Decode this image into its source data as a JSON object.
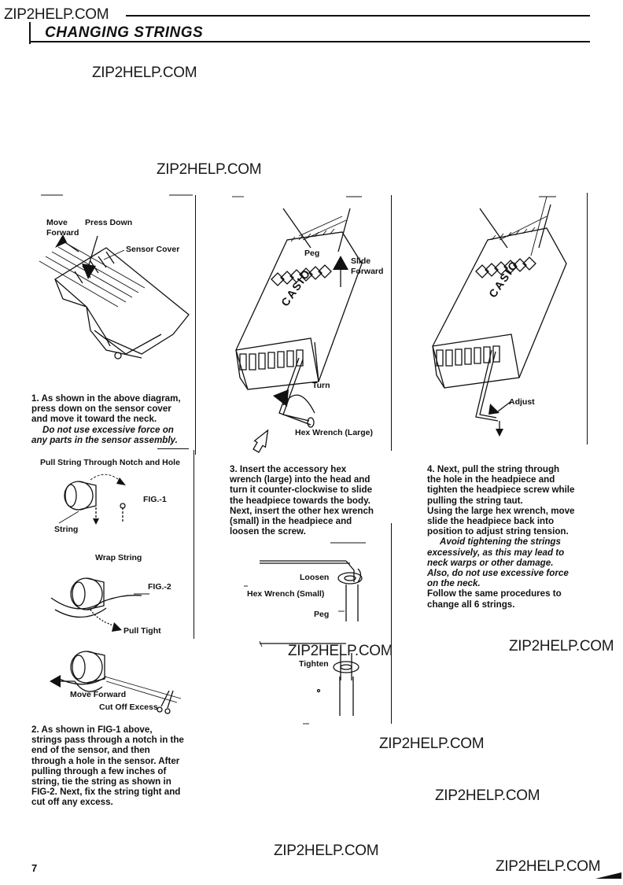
{
  "watermarks": [
    "ZIP2HELP.COM",
    "ZIP2HELP.COM",
    "ZIP2HELP.COM",
    "ZIP2HELP.COM",
    "ZIP2HELP.COM",
    "ZIP2HELP.COM",
    "ZIP2HELP.COM",
    "ZIP2HELP.COM",
    "ZIP2HELP.COM"
  ],
  "header": {
    "title": "CHANGING STRINGS"
  },
  "page_number": "7",
  "step1": {
    "labels": {
      "move_forward_1": "Move",
      "move_forward_2": "Forward",
      "press_down": "Press Down",
      "sensor_cover": "Sensor Cover"
    },
    "caption": [
      "1. As shown in the above diagram,",
      "press down on the sensor cover",
      "and move it toward the neck."
    ],
    "caption_em": [
      "Do not use excessive force on",
      "any parts in the sensor assembly."
    ]
  },
  "step2": {
    "labels": {
      "pull_string": "Pull String Through Notch and Hole",
      "fig1": "FIG.-1",
      "string": "String",
      "wrap_string": "Wrap String",
      "fig2": "FIG.-2",
      "pull_tight": "Pull Tight",
      "move_forward": "Move Forward",
      "cut_off": "Cut Off Excess"
    },
    "caption": [
      "2. As shown in FIG-1 above,",
      "strings pass through a notch in the",
      "end of the sensor, and then",
      "through a hole in the sensor. After",
      "pulling through a few inches of",
      "string, tie the string as shown in",
      "FIG-2. Next, fix the string tight and",
      "cut off any excess."
    ]
  },
  "step3": {
    "labels": {
      "peg": "Peg",
      "slide_1": "Slide",
      "slide_2": "Forward",
      "turn": "Turn",
      "hex_large": "Hex Wrench (Large)",
      "loosen": "Loosen",
      "hex_small": "Hex Wrench (Small)",
      "peg2": "Peg",
      "tighten": "Tighten",
      "casio": "CASIO"
    },
    "caption": [
      "3. Insert the accessory hex",
      "wrench (large) into the head and",
      "turn it counter-clockwise to slide",
      "the headpiece towards the body.",
      "Next, insert the other hex wrench",
      "(small) in the headpiece and",
      "loosen the screw."
    ]
  },
  "step4": {
    "labels": {
      "adjust": "Adjust",
      "casio": "CASIO"
    },
    "caption": [
      "4. Next, pull the string through",
      "the hole in the headpiece and",
      "tighten the headpiece screw while",
      "pulling the string taut.",
      "Using the large hex wrench, move",
      "slide the headpiece back into",
      "position to adjust string tension."
    ],
    "caption_em": [
      "Avoid tightening the strings",
      "excessively, as this may lead to",
      "neck warps or other damage.",
      "Also, do not use excessive force",
      "on the neck."
    ],
    "caption_tail": [
      "Follow the same procedures to",
      "change all 6 strings."
    ]
  }
}
